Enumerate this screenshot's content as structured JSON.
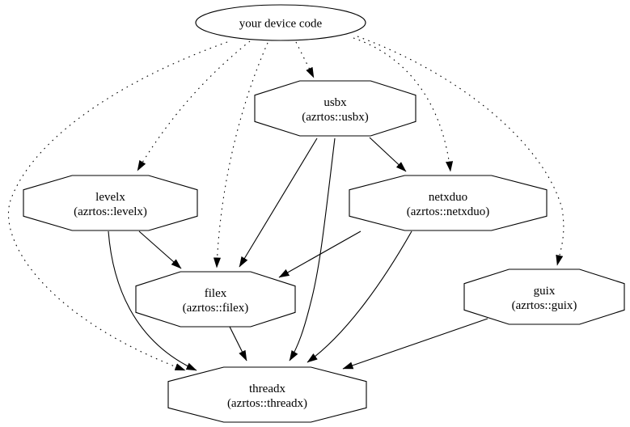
{
  "diagram": {
    "type": "dependency-graph",
    "background_color": "#ffffff",
    "node_border_color": "#000000",
    "edge_color": "#000000",
    "text_color": "#000000"
  },
  "nodes": [
    {
      "id": "device",
      "label": "your device code",
      "sublabel": "",
      "shape": "ellipse"
    },
    {
      "id": "usbx",
      "label": "usbx",
      "sublabel": "(azrtos::usbx)",
      "shape": "octagon"
    },
    {
      "id": "levelx",
      "label": "levelx",
      "sublabel": "(azrtos::levelx)",
      "shape": "octagon"
    },
    {
      "id": "netxduo",
      "label": "netxduo",
      "sublabel": "(azrtos::netxduo)",
      "shape": "octagon"
    },
    {
      "id": "filex",
      "label": "filex",
      "sublabel": "(azrtos::filex)",
      "shape": "octagon"
    },
    {
      "id": "guix",
      "label": "guix",
      "sublabel": "(azrtos::guix)",
      "shape": "octagon"
    },
    {
      "id": "threadx",
      "label": "threadx",
      "sublabel": "(azrtos::threadx)",
      "shape": "octagon"
    }
  ],
  "edges": [
    {
      "from": "device",
      "to": "usbx",
      "style": "dotted"
    },
    {
      "from": "device",
      "to": "levelx",
      "style": "dotted"
    },
    {
      "from": "device",
      "to": "filex",
      "style": "dotted"
    },
    {
      "from": "device",
      "to": "netxduo",
      "style": "dotted"
    },
    {
      "from": "device",
      "to": "guix",
      "style": "dotted"
    },
    {
      "from": "device",
      "to": "threadx",
      "style": "dotted"
    },
    {
      "from": "usbx",
      "to": "netxduo",
      "style": "solid"
    },
    {
      "from": "usbx",
      "to": "filex",
      "style": "solid"
    },
    {
      "from": "usbx",
      "to": "threadx",
      "style": "solid"
    },
    {
      "from": "levelx",
      "to": "filex",
      "style": "solid"
    },
    {
      "from": "levelx",
      "to": "threadx",
      "style": "solid"
    },
    {
      "from": "netxduo",
      "to": "filex",
      "style": "solid"
    },
    {
      "from": "netxduo",
      "to": "threadx",
      "style": "solid"
    },
    {
      "from": "filex",
      "to": "threadx",
      "style": "solid"
    },
    {
      "from": "guix",
      "to": "threadx",
      "style": "solid"
    }
  ]
}
